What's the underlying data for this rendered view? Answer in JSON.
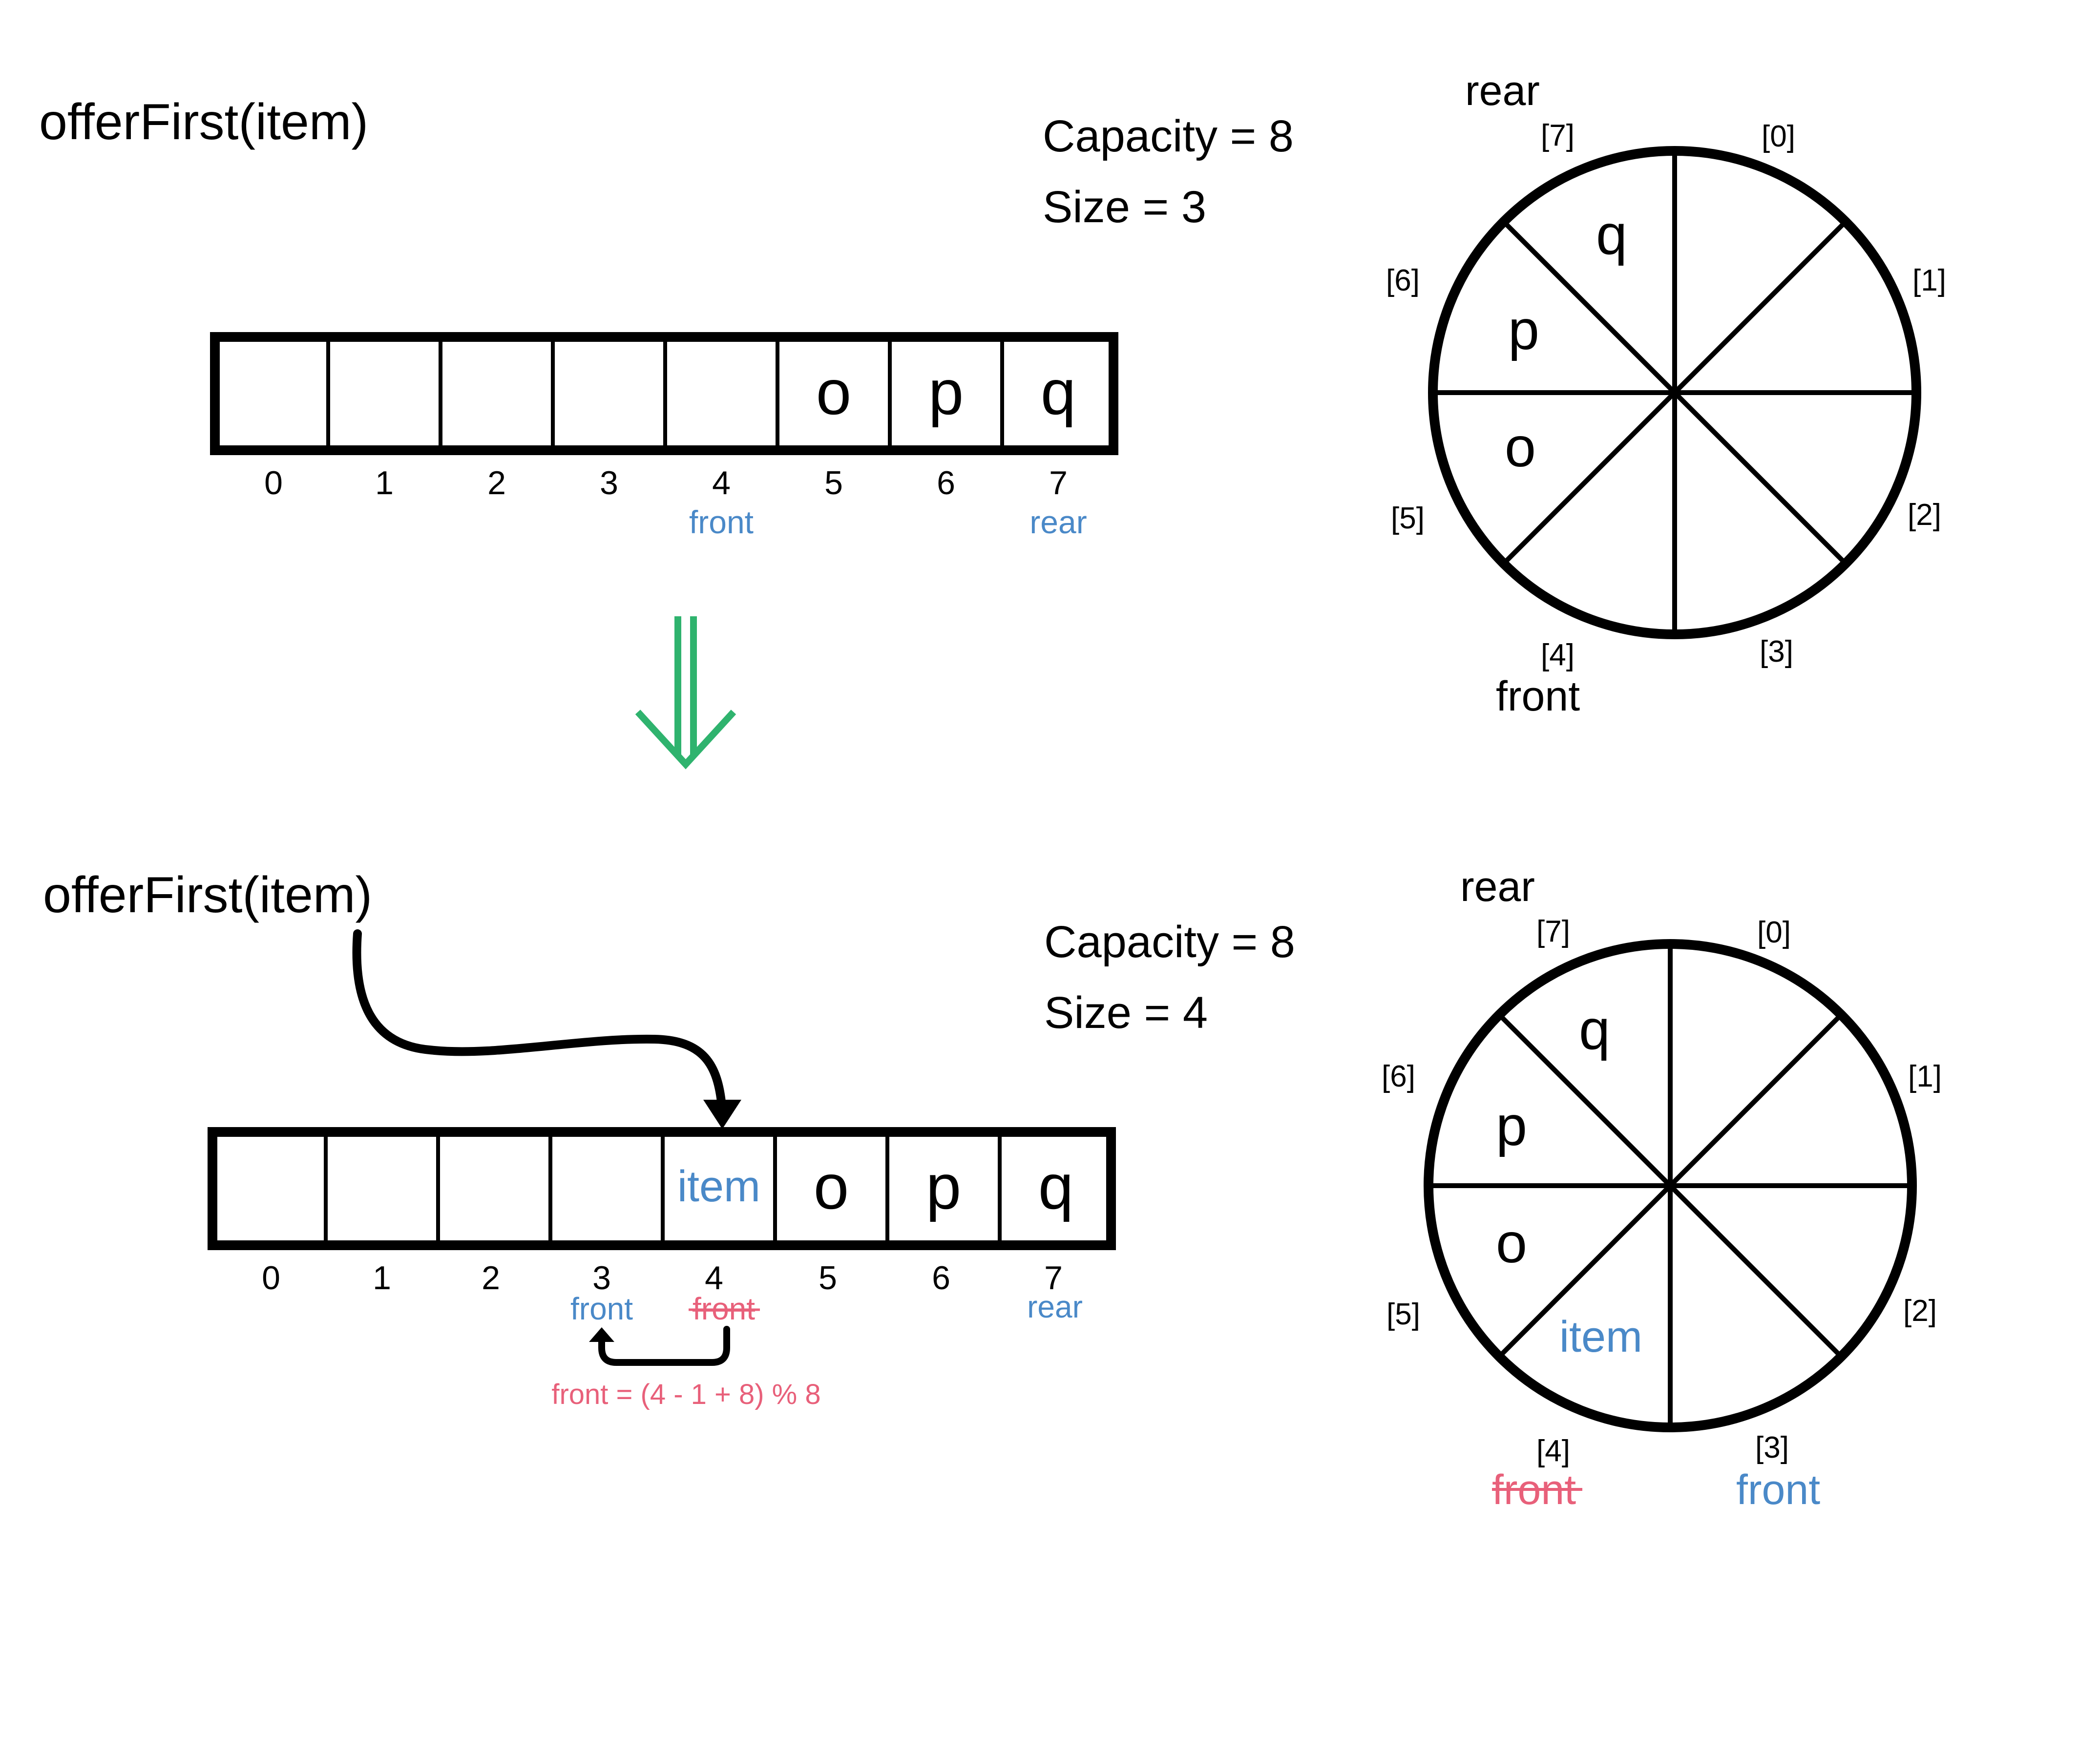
{
  "colors": {
    "ink": "#000000",
    "blue": "#4a89c8",
    "red": "#e8607a",
    "green": "#2fb36e"
  },
  "before": {
    "title": "offerFirst(item)",
    "capacity": "Capacity = 8",
    "size": "Size = 3",
    "cells": [
      "",
      "",
      "",
      "",
      "",
      "o",
      "p",
      "q"
    ],
    "indices": [
      "0",
      "1",
      "2",
      "3",
      "4",
      "5",
      "6",
      "7"
    ],
    "front_label": "front",
    "rear_label": "rear",
    "circle": {
      "slot_labels": [
        "[0]",
        "[1]",
        "[2]",
        "[3]",
        "[4]",
        "[5]",
        "[6]",
        "[7]"
      ],
      "slot_items": [
        "",
        "",
        "",
        "",
        "",
        "o",
        "p",
        "q"
      ],
      "rear_label": "rear",
      "front_label": "front"
    }
  },
  "after": {
    "title": "offerFirst(item)",
    "capacity": "Capacity = 8",
    "size": "Size = 4",
    "cells": [
      "",
      "",
      "",
      "",
      "item",
      "o",
      "p",
      "q"
    ],
    "indices": [
      "0",
      "1",
      "2",
      "3",
      "4",
      "5",
      "6",
      "7"
    ],
    "new_front_label": "front",
    "old_front_label": "front",
    "rear_label": "rear",
    "formula": "front = (4 - 1 + 8) % 8",
    "circle": {
      "slot_labels": [
        "[0]",
        "[1]",
        "[2]",
        "[3]",
        "[4]",
        "[5]",
        "[6]",
        "[7]"
      ],
      "slot_items": [
        "",
        "",
        "",
        "",
        "item",
        "o",
        "p",
        "q"
      ],
      "rear_label": "rear",
      "old_front_label": "front",
      "new_front_label": "front"
    }
  }
}
